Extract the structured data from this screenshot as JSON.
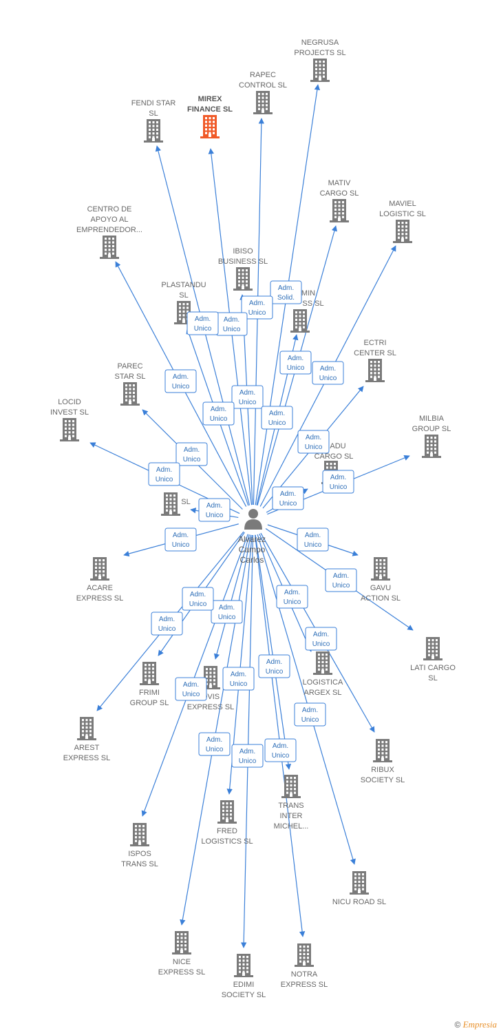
{
  "colors": {
    "edge": "#3a7fd8",
    "building": "#7a7a7a",
    "highlight": "#f05a28",
    "badge_border": "#3a7fd8",
    "badge_text": "#2f6fb8",
    "label": "#666666"
  },
  "center": {
    "name_lines": [
      "Alvarez",
      "Campo",
      "Carlos"
    ],
    "icon": "person-icon"
  },
  "companies": [
    {
      "id": "negrusa",
      "lines": [
        "NEGRUSA",
        "PROJECTS  SL"
      ]
    },
    {
      "id": "rapec",
      "lines": [
        "RAPEC",
        "CONTROL  SL"
      ]
    },
    {
      "id": "mirex",
      "lines": [
        "MIREX",
        "FINANCE  SL"
      ],
      "highlight": true
    },
    {
      "id": "fendi",
      "lines": [
        "FENDI STAR",
        "SL"
      ]
    },
    {
      "id": "mativ",
      "lines": [
        "MATIV",
        "CARGO  SL"
      ]
    },
    {
      "id": "maviel",
      "lines": [
        "MAVIEL",
        "LOGISTIC  SL"
      ]
    },
    {
      "id": "centro",
      "lines": [
        "CENTRO DE",
        "APOYO AL",
        "EMPRENDEDOR..."
      ]
    },
    {
      "id": "ibiso",
      "lines": [
        "IBISO",
        "BUSINESS  SL"
      ]
    },
    {
      "id": "plastandu",
      "lines": [
        "PLASTANDU",
        "SL"
      ]
    },
    {
      "id": "min",
      "lines": [
        "MIN",
        "SS  SL"
      ]
    },
    {
      "id": "ectri",
      "lines": [
        "ECTRI",
        "CENTER  SL"
      ]
    },
    {
      "id": "parec",
      "lines": [
        "PAREC",
        "STAR  SL"
      ]
    },
    {
      "id": "locid",
      "lines": [
        "LOCID",
        "INVEST  SL"
      ]
    },
    {
      "id": "milbia",
      "lines": [
        "MILBIA",
        "GROUP  SL"
      ]
    },
    {
      "id": "adu",
      "lines": [
        "ADU",
        "CARGO  SL"
      ]
    },
    {
      "id": "unnamed",
      "lines": [
        "SL"
      ]
    },
    {
      "id": "acare",
      "lines": [
        "ACARE",
        "EXPRESS  SL"
      ]
    },
    {
      "id": "gavu",
      "lines": [
        "GAVU",
        "ACTION  SL"
      ]
    },
    {
      "id": "lati",
      "lines": [
        "LATI CARGO",
        "SL"
      ]
    },
    {
      "id": "frimi",
      "lines": [
        "FRIMI",
        "GROUP  SL"
      ]
    },
    {
      "id": "ovis",
      "lines": [
        "OVIS",
        "EXPRESS  SL"
      ]
    },
    {
      "id": "logistica",
      "lines": [
        "LOGISTICA",
        "ARGEX  SL"
      ]
    },
    {
      "id": "arest",
      "lines": [
        "AREST",
        "EXPRESS  SL"
      ]
    },
    {
      "id": "ribux",
      "lines": [
        "RIBUX",
        "SOCIETY  SL"
      ]
    },
    {
      "id": "trans",
      "lines": [
        "TRANS",
        "INTER",
        "MICHEL..."
      ]
    },
    {
      "id": "fred",
      "lines": [
        "FRED",
        "LOGISTICS  SL"
      ]
    },
    {
      "id": "ispos",
      "lines": [
        "ISPOS",
        "TRANS  SL"
      ]
    },
    {
      "id": "nicu",
      "lines": [
        "NICU ROAD  SL"
      ]
    },
    {
      "id": "nice",
      "lines": [
        "NICE",
        "EXPRESS  SL"
      ]
    },
    {
      "id": "edimi",
      "lines": [
        "EDIMI",
        "SOCIETY  SL"
      ]
    },
    {
      "id": "notra",
      "lines": [
        "NOTRA",
        "EXPRESS  SL"
      ]
    }
  ],
  "relations": [
    {
      "to": "negrusa",
      "lines": [
        "Adm.",
        "Solid."
      ]
    },
    {
      "to": "rapec",
      "lines": [
        "Adm.",
        "Unico"
      ]
    },
    {
      "to": "mirex",
      "lines": [
        "Adm.",
        "Unico"
      ]
    },
    {
      "to": "fendi",
      "lines": [
        "Adm.",
        "Unico"
      ]
    },
    {
      "to": "mativ",
      "lines": [
        "Adm.",
        "Unico"
      ]
    },
    {
      "to": "maviel",
      "lines": [
        "Adm.",
        "Unico"
      ]
    },
    {
      "to": "centro",
      "lines": [
        "Adm.",
        "Unico"
      ]
    },
    {
      "to": "ibiso",
      "lines": [
        "Adm.",
        "Unico"
      ]
    },
    {
      "to": "plastandu",
      "lines": [
        "Adm.",
        "Unico"
      ]
    },
    {
      "to": "min",
      "lines": [
        "Adm.",
        "Unico"
      ]
    },
    {
      "to": "ectri",
      "lines": [
        "Adm.",
        "Unico"
      ]
    },
    {
      "to": "parec",
      "lines": [
        "Adm.",
        "Unico"
      ]
    },
    {
      "to": "locid",
      "lines": [
        "Adm.",
        "Unico"
      ]
    },
    {
      "to": "milbia",
      "lines": [
        "Adm.",
        "Unico"
      ]
    },
    {
      "to": "adu",
      "lines": [
        "Adm.",
        "Unico"
      ]
    },
    {
      "to": "unnamed",
      "lines": [
        "Adm.",
        "Unico"
      ]
    },
    {
      "to": "acare",
      "lines": [
        "Adm.",
        "Unico"
      ]
    },
    {
      "to": "gavu",
      "lines": [
        "Adm.",
        "Unico"
      ]
    },
    {
      "to": "lati",
      "lines": [
        "Adm.",
        "Unico"
      ]
    },
    {
      "to": "frimi",
      "lines": [
        "Adm.",
        "Unico"
      ]
    },
    {
      "to": "ovis",
      "lines": [
        "Adm.",
        "Unico"
      ]
    },
    {
      "to": "logistica",
      "lines": [
        "Adm.",
        "Unico"
      ]
    },
    {
      "to": "arest",
      "lines": [
        "Adm.",
        "Unico"
      ]
    },
    {
      "to": "ribux",
      "lines": [
        "Adm.",
        "Unico"
      ]
    },
    {
      "to": "trans",
      "lines": [
        "Adm.",
        "Unico"
      ]
    },
    {
      "to": "fred",
      "lines": [
        "Adm.",
        "Unico"
      ]
    },
    {
      "to": "ispos",
      "lines": [
        "Adm.",
        "Unico"
      ]
    },
    {
      "to": "nicu",
      "lines": [
        "Adm.",
        "Unico"
      ]
    },
    {
      "to": "nice",
      "lines": [
        "Adm.",
        "Unico"
      ]
    },
    {
      "to": "edimi",
      "lines": [
        "Adm.",
        "Unico"
      ]
    },
    {
      "to": "notra",
      "lines": [
        "Adm.",
        "Unico"
      ]
    }
  ],
  "footer": {
    "symbol": "©",
    "brand": "Empresia"
  }
}
